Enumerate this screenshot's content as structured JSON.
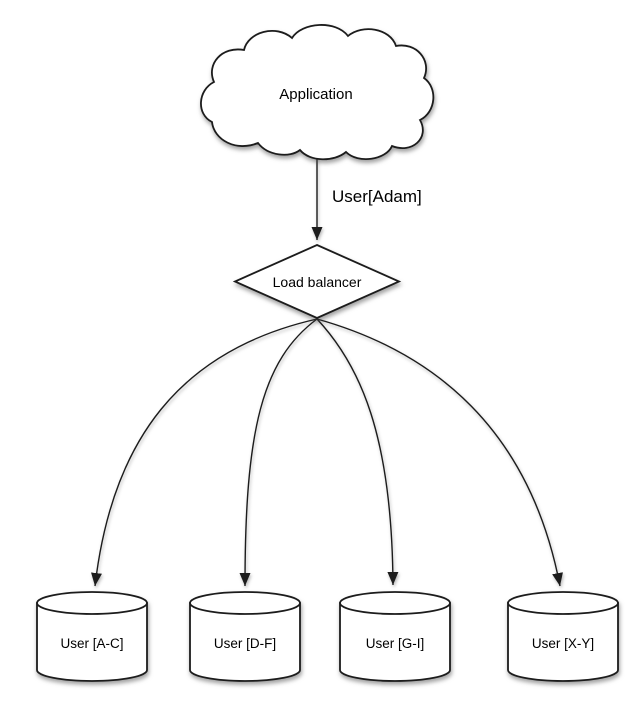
{
  "diagram": {
    "background": "#ffffff",
    "colors": {
      "stroke": "#1c1c1c",
      "shape_fill": "#ffffff",
      "text": "#000000"
    },
    "nodes": {
      "application": {
        "label": "Application",
        "shape": "cloud"
      },
      "load_balancer": {
        "label": "Load balancer",
        "shape": "diamond"
      },
      "shards": [
        {
          "label": "User [A-C]",
          "shape": "cylinder"
        },
        {
          "label": "User [D-F]",
          "shape": "cylinder"
        },
        {
          "label": "User [G-I]",
          "shape": "cylinder"
        },
        {
          "label": "User [X-Y]",
          "shape": "cylinder"
        }
      ]
    },
    "edges": [
      {
        "from": "application",
        "to": "load_balancer",
        "label": "User[Adam]"
      },
      {
        "from": "load_balancer",
        "to": "shard-0",
        "label": ""
      },
      {
        "from": "load_balancer",
        "to": "shard-1",
        "label": ""
      },
      {
        "from": "load_balancer",
        "to": "shard-2",
        "label": ""
      },
      {
        "from": "load_balancer",
        "to": "shard-3",
        "label": ""
      }
    ]
  }
}
